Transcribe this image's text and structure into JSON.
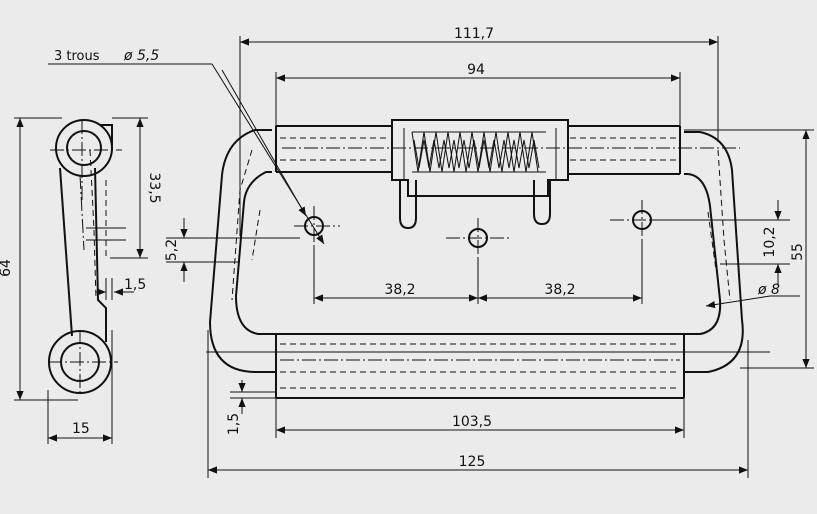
{
  "drawing": {
    "note": "3 trous",
    "note_dia": "ø 5,5",
    "dims": {
      "overall_width": "111,7",
      "hole_span": "94",
      "pitch_left": "38,2",
      "pitch_right": "38,2",
      "grip_length": "103,5",
      "total_length": "125",
      "height_total": "55",
      "hole_offset": "10,2",
      "rod_dia": "ø 8",
      "wall_left": "5,2",
      "thickness": "1,5",
      "side_height": "64",
      "side_upper": "33,5",
      "side_width": "15",
      "side_thickness": "1,5"
    }
  }
}
